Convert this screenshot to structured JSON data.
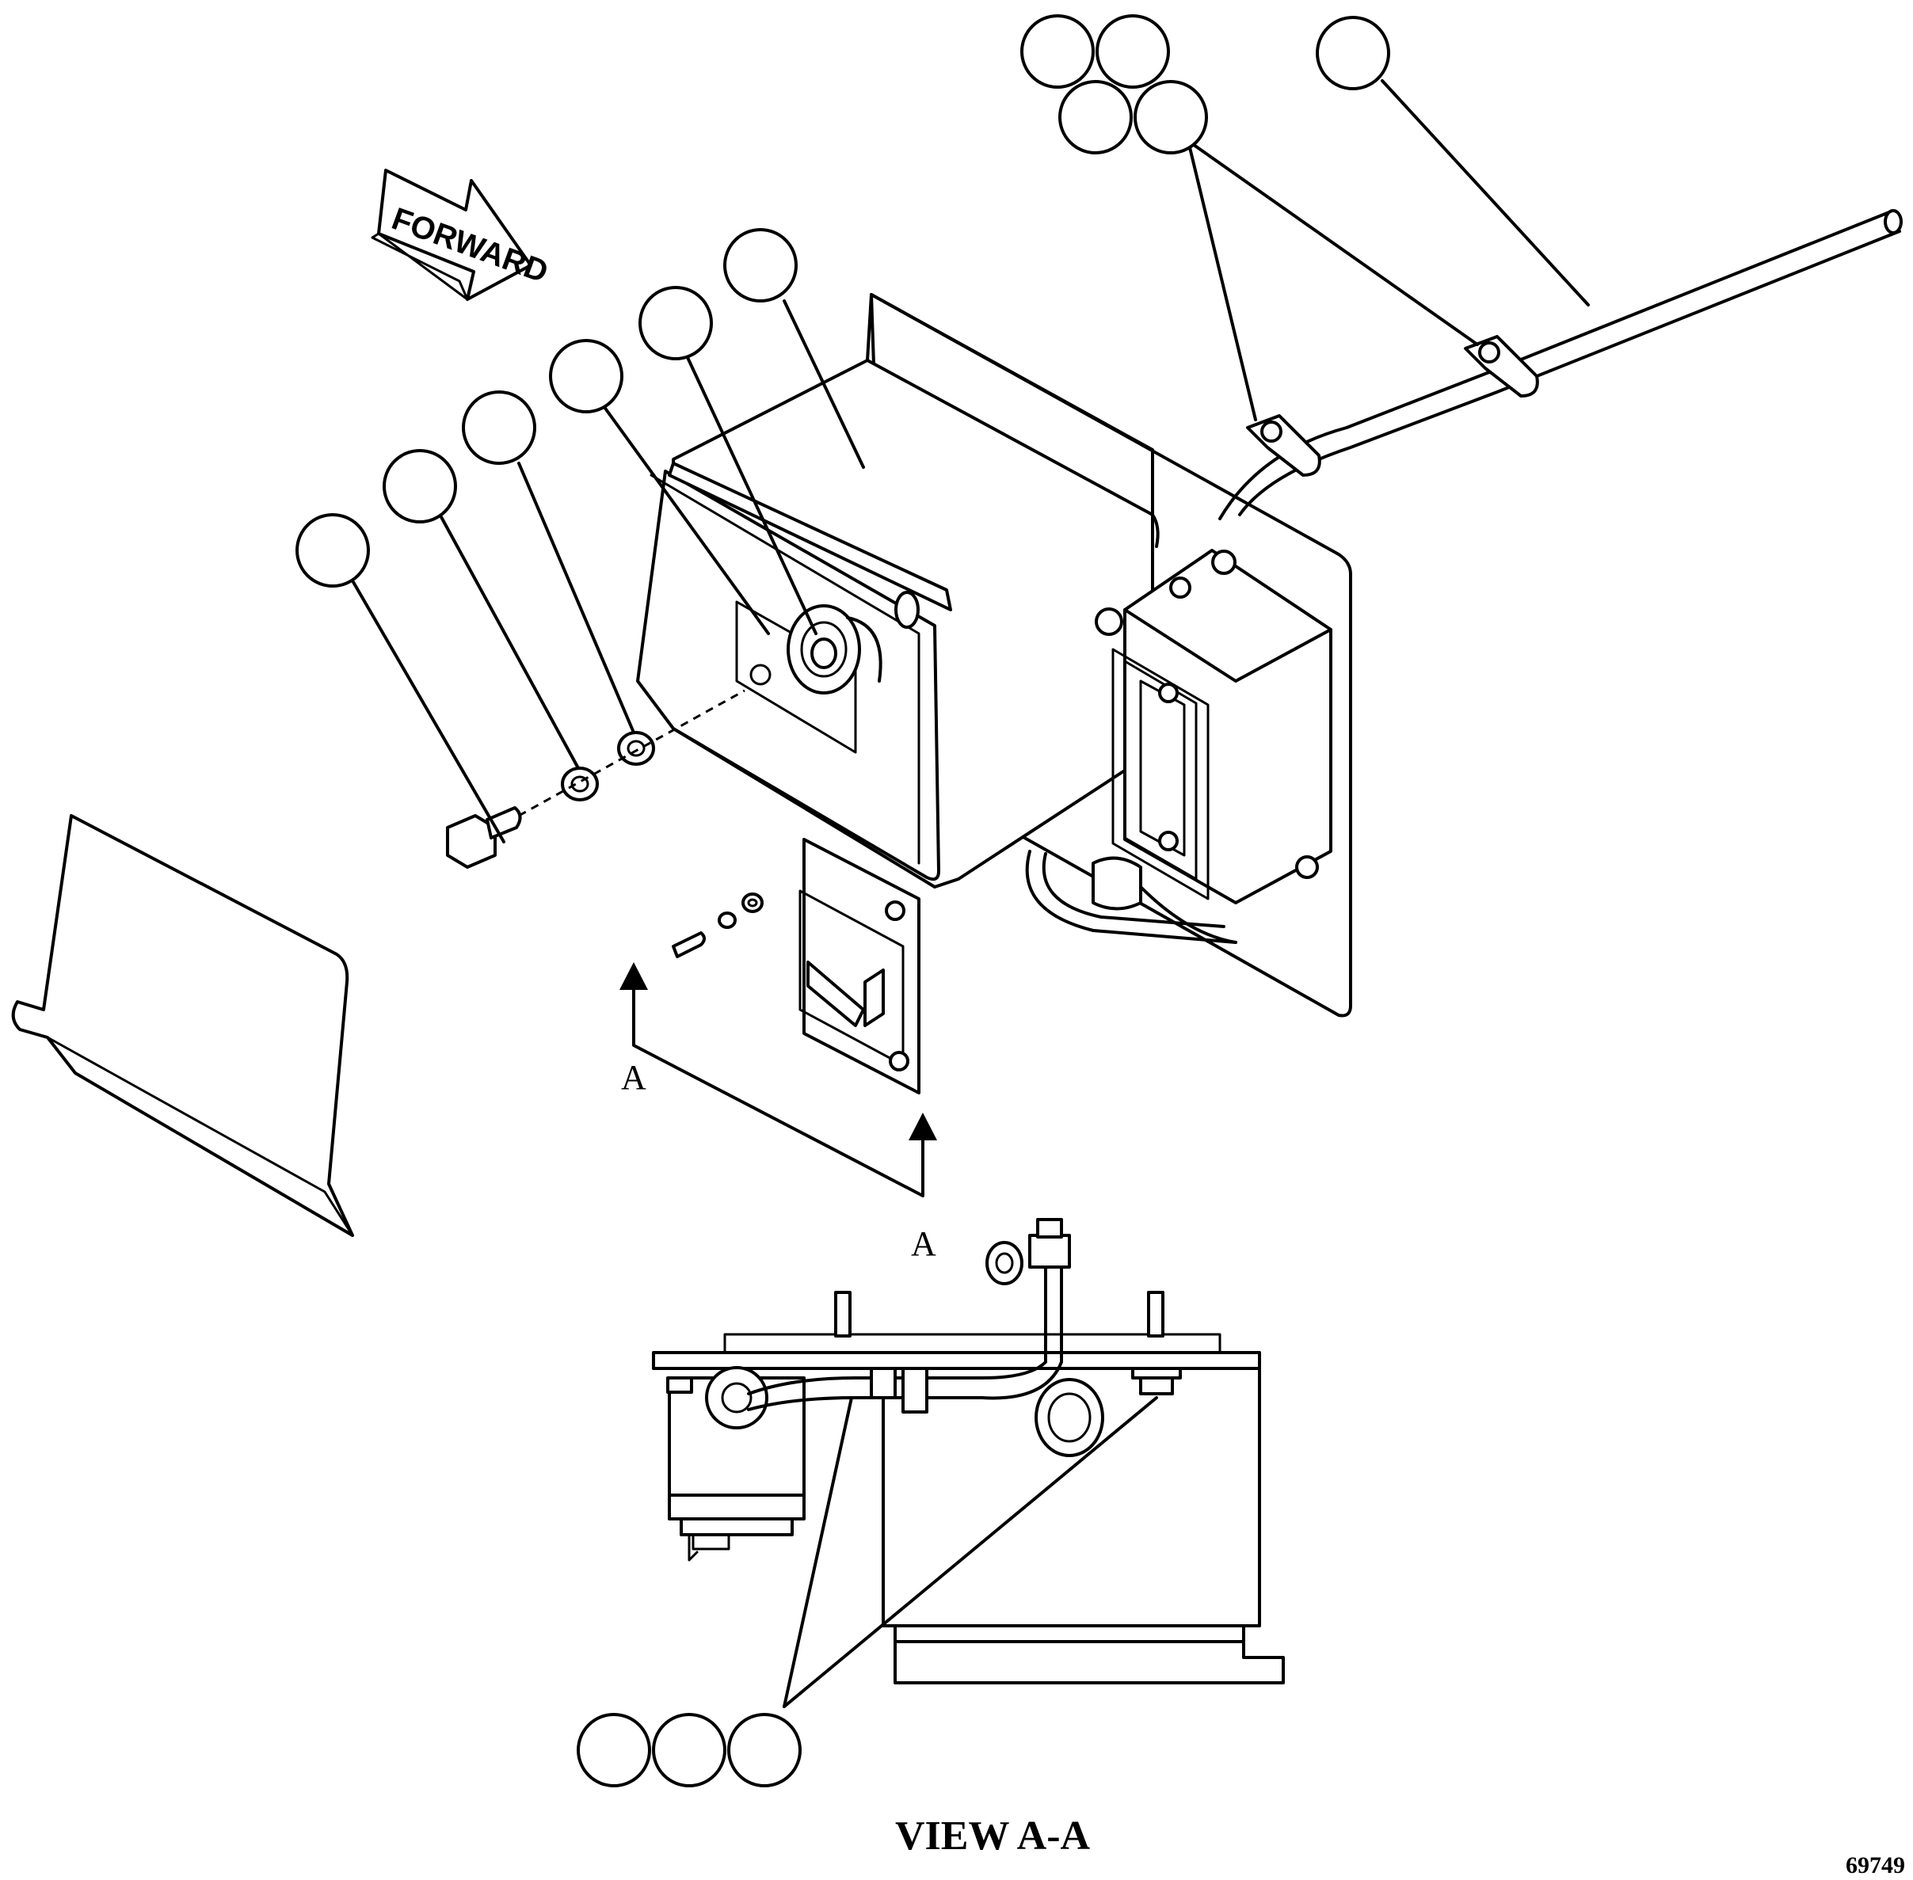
{
  "diagram": {
    "forward_arrow_label": "FORWARD",
    "section_mark_left": "A",
    "section_mark_right": "A",
    "view_caption": "VIEW A-A",
    "figure_number": "69749"
  }
}
